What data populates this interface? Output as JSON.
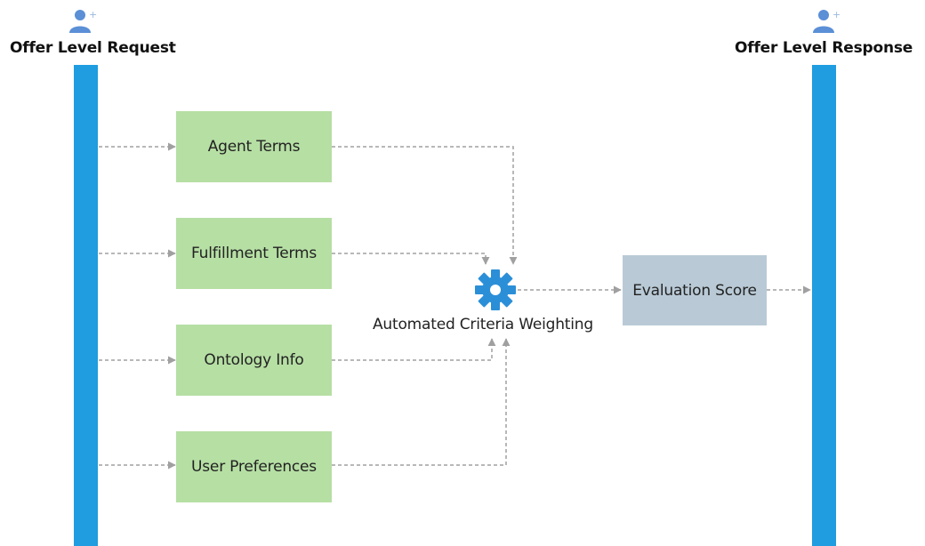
{
  "actors": {
    "request": {
      "label": "Offer Level Request",
      "icon": "user-add-icon"
    },
    "response": {
      "label": "Offer Level Response",
      "icon": "user-add-icon"
    }
  },
  "criteria": [
    {
      "label": "Agent Terms"
    },
    {
      "label": "Fulfillment Terms"
    },
    {
      "label": "Ontology Info"
    },
    {
      "label": "User Preferences"
    }
  ],
  "processor": {
    "label": "Automated Criteria Weighting",
    "icon": "gear-icon"
  },
  "result": {
    "label": "Evaluation Score"
  },
  "colors": {
    "lifeline": "#1f9de0",
    "criteria_box": "#b6dfa4",
    "result_box": "#b9cad6",
    "gear": "#2b8fd8",
    "arrow": "#a0a0a0",
    "actor_icon": "#5b8fd6"
  }
}
